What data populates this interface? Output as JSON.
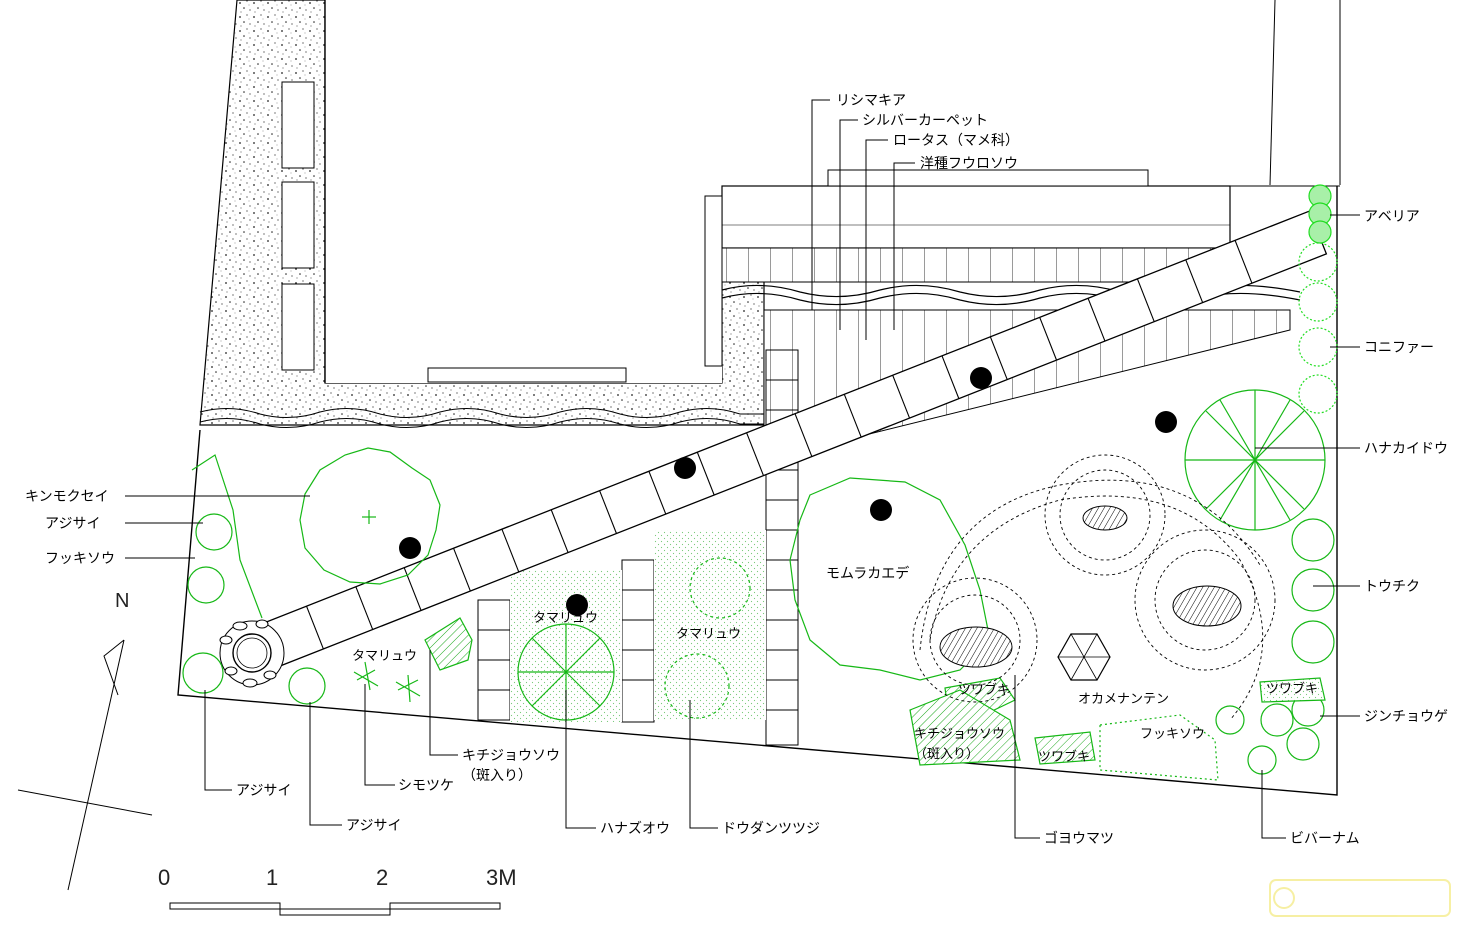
{
  "plants": {
    "lysimachia": "リシマキア",
    "silver_carpet": "シルバーカーペット",
    "lotus": "ロータス（マメ科）",
    "geranium": "洋種フウロソウ",
    "abelia": "アベリア",
    "conifer": "コニファー",
    "crabapple": "ハナカイドウ",
    "bamboo": "トウチク",
    "daphne": "ジンチョウゲ",
    "viburnum": "ビバーナム",
    "pine": "ゴヨウマツ",
    "osmanthus": "キンモクセイ",
    "hydrangea_1": "アジサイ",
    "pachysandra": "フッキソウ",
    "hydrangea_2": "アジサイ",
    "hydrangea_3": "アジサイ",
    "spiraea": "シモツケ",
    "kichijoso": "キチジョウソウ",
    "kichijoso_note": "（斑入り）",
    "dogwood": "ハナズオウ",
    "enkianthus": "ドウダンツツジ",
    "tamaryu_1": "タマリュウ",
    "tamaryu_2": "タマリュウ",
    "tamaryu_3": "タマリュウ",
    "maple": "モムラカエデ",
    "tsuwabuki_1": "ツワブキ",
    "tsuwabuki_2": "ツワブキ",
    "tsuwabuki_3": "ツワブキ",
    "okame_nanten": "オカメナンテン",
    "pachysandra_2": "フッキソウ",
    "kichijoso_2": "キチジョウソウ",
    "kichijoso_2_note": "（斑入り）"
  },
  "compass": {
    "north": "N"
  },
  "scale": {
    "t0": "0",
    "t1": "1",
    "t2": "2",
    "t3": "3M"
  },
  "colors": {
    "line": "#000000",
    "plant": "#16b816",
    "hedge": "#22dd22",
    "watermark": "#f6ee9a"
  }
}
